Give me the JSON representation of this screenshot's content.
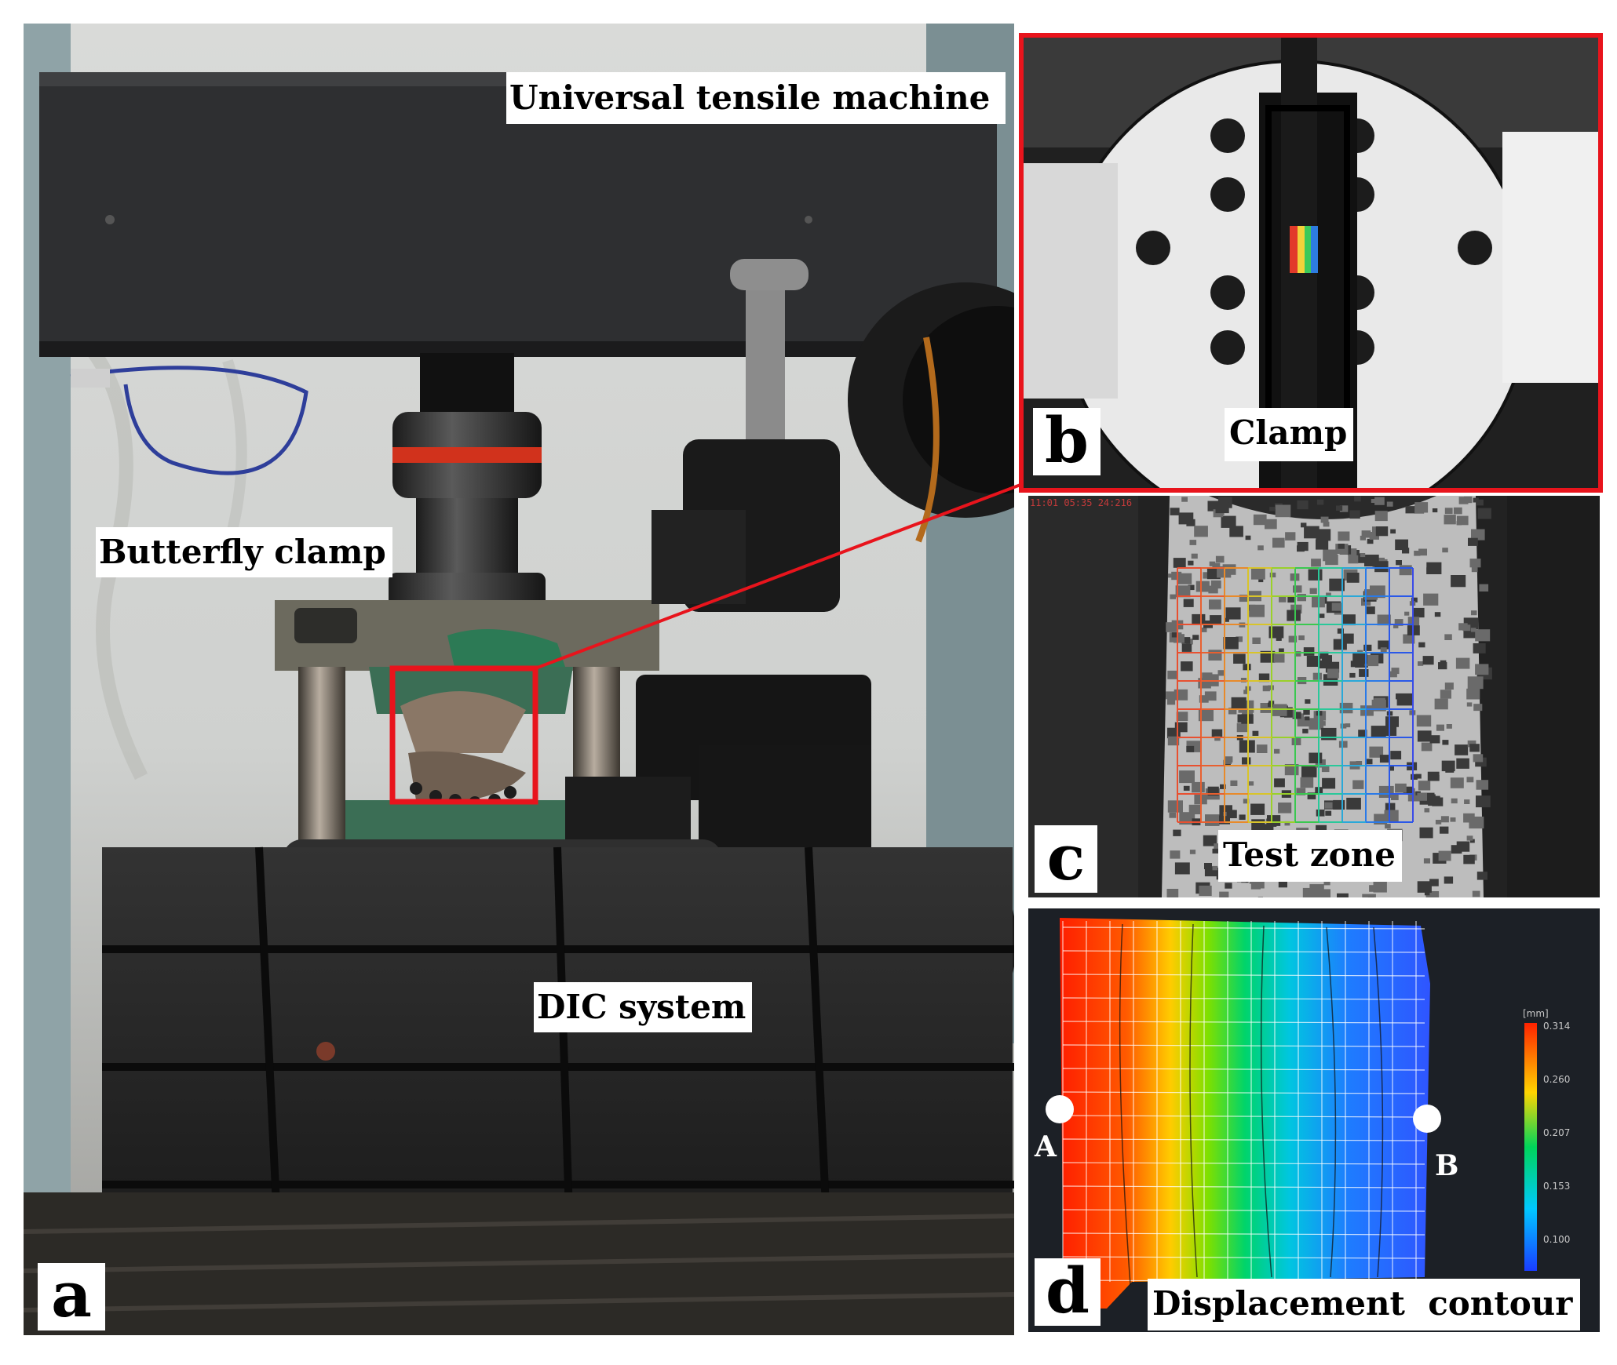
{
  "panels": {
    "a": {
      "letter": "a",
      "labels": {
        "machine": "Universal tensile machine",
        "clamp": "Butterfly clamp",
        "dic": "DIC system"
      }
    },
    "b": {
      "letter": "b",
      "label": "Clamp"
    },
    "c": {
      "letter": "c",
      "label": "Test zone",
      "timestamp": "11:01 05:35 24:216"
    },
    "d": {
      "letter": "d",
      "label": "Displacement  contour",
      "point_a": "A",
      "point_b": "B",
      "scale": {
        "unit": "[mm]",
        "ticks": [
          "0.314",
          "0.260",
          "0.207",
          "0.153",
          "0.100"
        ]
      }
    }
  },
  "colors": {
    "highlight": "#e8141c",
    "panel_d_bg": "#1c2026"
  }
}
